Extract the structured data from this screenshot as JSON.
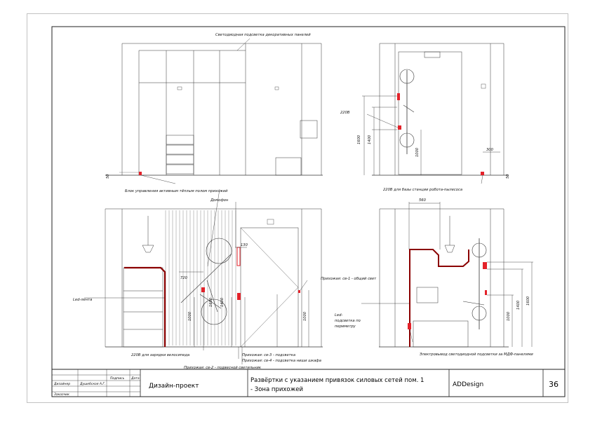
{
  "title_block": {
    "role_designer": "Дизайнер",
    "designer_name": "Душебскоя А.Г.",
    "role_customer": "Заказчик",
    "col_signature": "Подпись",
    "col_date": "Дата",
    "project_type": "Дизайн-проект",
    "sheet_title_line1": "Развёртки с указанием привязок силовых сетей пом. 1",
    "sheet_title_line2": "- Зона прихожей",
    "company": "ADDesign",
    "sheet_number": "36"
  },
  "annotations": {
    "led_panels": "Светодиодная подсветка декоративных панелей",
    "floor_heating_block": "Блок управления активным тёплым полом прихожей",
    "intercom": "Домофон",
    "led_strip": "Led-лента",
    "bike_charging": "220В для зарядки велосипеда",
    "general_light": "Прихожая: св-1 - общий свет",
    "backlight_sv3": "Прихожая: св-3 - подсветка",
    "niche_sv4": "Прихожая: св-4 - подсветка ниши шкафа",
    "pendant_sv2": "Прихожая: св-2 - подвесной светильник",
    "outlet_220v": "220В",
    "robot_vacuum": "220В для базы станции робота-пылесоса",
    "led_perimeter_line1": "Led-",
    "led_perimeter_line2": "подсветка по",
    "led_perimeter_line3": "периметру",
    "mdf_led_output": "Электровывод светодиодной подсветки за МДФ-панелями"
  },
  "dimensions": {
    "d50_a": "50",
    "d50_b": "50",
    "d1600_a": "1600",
    "d1400_a": "1400",
    "d1000_a": "1000",
    "d300": "300",
    "d130": "130",
    "d720": "720",
    "d1600_b": "1600",
    "d1400_b": "1400",
    "d1000_b": "1000",
    "d1000_c": "1000",
    "d560": "560",
    "d1000_d": "1000",
    "d1400_c": "1400",
    "d1600_c": "1600"
  },
  "colors": {
    "wire": "#8b0000",
    "outlet": "#e3222a",
    "line": "#222222"
  }
}
